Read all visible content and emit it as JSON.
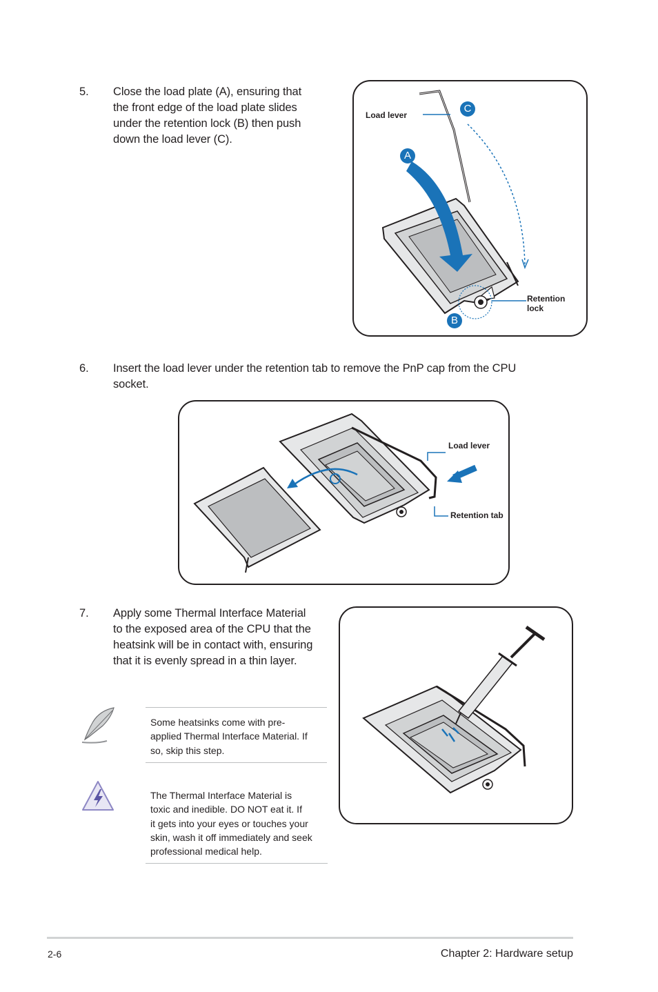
{
  "steps": [
    {
      "num": "5.",
      "lines": [
        "Close the load plate (A), ensuring that",
        "the front edge of the load plate slides",
        "under the retention lock (B) then push",
        "down the load lever (C)."
      ]
    },
    {
      "num": "6.",
      "lines": [
        "Insert the load lever under the retention tab to remove the PnP cap from the CPU",
        "socket."
      ]
    },
    {
      "num": "7.",
      "lines": [
        "Apply some Thermal Interface Material",
        "to the exposed area of the CPU that the",
        "heatsink will be in contact with, ensuring",
        "that it is evenly spread in a thin layer."
      ]
    }
  ],
  "figure1": {
    "load_lever_label": "Load lever",
    "retention_lock_label_1": "Retention",
    "retention_lock_label_2": "lock",
    "badge_a": "A",
    "badge_b": "B",
    "badge_c": "C"
  },
  "figure2": {
    "load_lever_label": "Load lever",
    "retention_tab_label": "Retention tab"
  },
  "note": {
    "icon": "feather-pen-icon",
    "lines": [
      "Some heatsinks come with pre-",
      "applied Thermal Interface Material. If",
      "so, skip this step."
    ]
  },
  "warning": {
    "icon": "warning-triangle-icon",
    "lines": [
      "The Thermal Interface Material is",
      "toxic and inedible. DO NOT eat it. If",
      "it gets into your eyes or touches your",
      "skin, wash it off immediately and seek",
      "professional medical help."
    ]
  },
  "footer": {
    "page_number": "2-6",
    "chapter": "Chapter 2:  Hardware setup"
  },
  "colors": {
    "accent_blue": "#1a73b8",
    "text": "#231f20"
  }
}
